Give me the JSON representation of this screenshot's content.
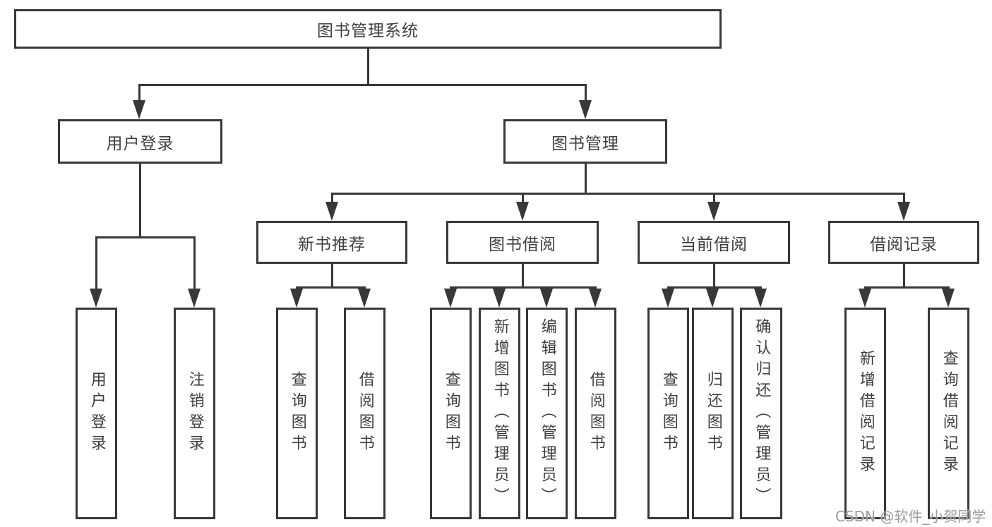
{
  "colors": {
    "line": "#383838",
    "text": "#3f3f3f",
    "watermark": "#9b9b9b",
    "background": "#ffffff"
  },
  "root": {
    "label": "图书管理系统"
  },
  "branches": {
    "user_login": {
      "label": "用户登录",
      "children": [
        {
          "label": "用户登录"
        },
        {
          "label": "注销登录"
        }
      ]
    },
    "book_management": {
      "label": "图书管理",
      "sections": {
        "new_books": {
          "label": "新书推荐",
          "children": [
            {
              "label": "查询图书"
            },
            {
              "label": "借阅图书"
            }
          ]
        },
        "borrowing": {
          "label": "图书借阅",
          "children": [
            {
              "label": "查询图书"
            },
            {
              "label": "新增图书（管理员）"
            },
            {
              "label": "编辑图书（管理员）"
            },
            {
              "label": "借阅图书"
            }
          ]
        },
        "current": {
          "label": "当前借阅",
          "children": [
            {
              "label": "查询图书"
            },
            {
              "label": "归还图书"
            },
            {
              "label": "确认归还（管理员）"
            }
          ]
        },
        "records": {
          "label": "借阅记录",
          "children": [
            {
              "label": "新增借阅记录"
            },
            {
              "label": "查询借阅记录"
            }
          ]
        }
      }
    }
  },
  "watermark": {
    "text": "CSDN @软件_小贺同学"
  }
}
